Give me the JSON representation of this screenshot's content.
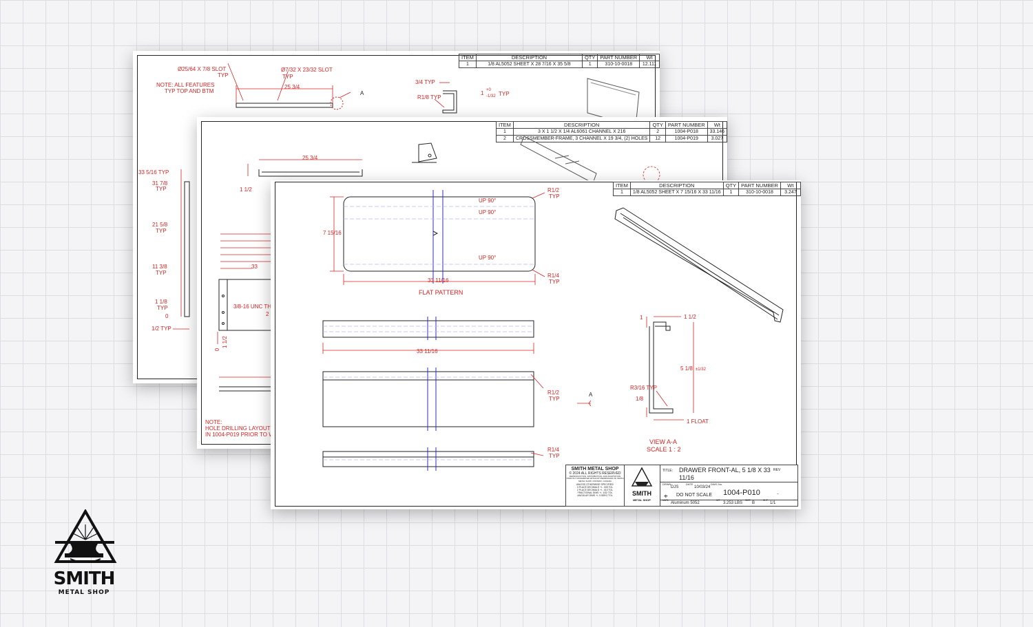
{
  "sheet1": {
    "bom": {
      "headers": [
        "ITEM",
        "DESCRIPTION",
        "QTY",
        "PART NUMBER",
        "Wt"
      ],
      "rows": [
        [
          "1",
          "1/8 AL5052 SHEET X 28 7/16 X 35 5/8",
          "1",
          "310-10-0018",
          "12.111"
        ]
      ]
    },
    "labels": {
      "slot1": "Ø25/64 X 7/8 SLOT",
      "slot1_typ": "TYP",
      "slot2": "Ø7/32 X 23/32 SLOT",
      "slot2_typ": "TYP",
      "note1": "NOTE: ALL FEATURES",
      "note2": "TYP TOP AND BTM",
      "dim_25_34": "25 3/4",
      "callout_a": "A",
      "d34typ": "3/4 TYP",
      "r18typ": "R1/8 TYP",
      "tol": "1",
      "tol_plus": "+0",
      "tol_minus": "-1/32",
      "tol_typ": "TYP",
      "d33": "33 5/16 TYP",
      "d31": "31 7/8",
      "d31t": "TYP",
      "d21": "21 5/8",
      "d21t": "TYP",
      "d11": "11 3/8",
      "d11t": "TYP",
      "d1": "1 1/8",
      "d1t": "TYP",
      "d0": "0",
      "d12": "1/2 TYP"
    }
  },
  "sheet2": {
    "bom": {
      "headers": [
        "ITEM",
        "DESCRIPTION",
        "QTY",
        "PART NUMBER",
        "Wt"
      ],
      "rows": [
        [
          "1",
          "3 X 1 1/2 X 1/4 AL6061 CHANNEL X 216",
          "2",
          "1004-P018",
          "33.146"
        ],
        [
          "2",
          "CROSSMEMBER-FRAME, 3 CHANNEL X 19 3/4, (2) HOLES",
          "12",
          "1004-P019",
          "3.027"
        ]
      ]
    },
    "labels": {
      "d25": "25 3/4",
      "d112": "1 1/2",
      "d33": "33",
      "thread1": "3/8-16 UNC TH",
      "thread2": "2",
      "d0": "0",
      "d112b": "1 1/2",
      "note1": "NOTE:",
      "note2": "HOLE DRILLING LAYOUT S",
      "note3": "IN 1004-P019 PRIOR TO W"
    }
  },
  "sheet3": {
    "bom": {
      "headers": [
        "ITEM",
        "DESCRIPTION",
        "QTY",
        "PART NUMBER",
        "Wt"
      ],
      "rows": [
        [
          "1",
          "1/8 AL5052 SHEET X 7 15/16 X 33 11/16",
          "1",
          "310-10-0018",
          "3.247"
        ]
      ]
    },
    "labels": {
      "r12typ_a": "R1/2",
      "r12typ_a2": "TYP",
      "up1": "UP 90°",
      "up2": "UP 90°",
      "up3": "UP 90°",
      "d715": "7 15/16",
      "r14typ_a": "R1/4",
      "r14typ_a2": "TYP",
      "d3311a": "33 11/16",
      "flat": "FLAT PATTERN",
      "d3311b": "33 11/16",
      "r12typ_b": "R1/2",
      "r12typ_b2": "TYP",
      "arrow_a": "A",
      "r14typ_b": "R1/4",
      "r14typ_b2": "TYP",
      "v1": "1",
      "v112": "1 1/2",
      "v518": "5 1/8",
      "v518tol": "±1/32",
      "vr316": "R3/16 TYP",
      "v18": "1/8",
      "vfloat": "1 FLOAT",
      "view": "VIEW A-A",
      "scale": "SCALE 1 : 2"
    },
    "title_block": {
      "company": "SMITH METAL SHOP",
      "copyright": "© 2024 ALL RIGHTS RESERVED",
      "legal": "REPRODUCTION, DISTRIBUTION, AND ADAPTATION STRICTLY PROHIBITED WITHOUT PERMISSION OF SMITH METAL SHOP, ONTARIO, CANADA",
      "tol1": "UNLESS OTHERWISE SPECIFIED:",
      "tol2": "3 PLACE DECIMALS +/- .005 TOL",
      "tol3": "2 PLACE DECIMALS +/- .010 TOL",
      "tol4": "FRACTIONAL DIMS +/- 1/32 TOL",
      "tol5": "ANGULAR DIMS +/- 0.5DEG TOL",
      "logo_word": "SMITH",
      "logo_sub": "METAL SHOP",
      "title_label": "TITLE:",
      "title": "DRAWER FRONT-AL, 5 1/8 X 33",
      "title2": "11/16",
      "drwn_label": "DRWN",
      "drwn": "DJS",
      "date_label": "DATE",
      "date": "10/03/24",
      "dwg_label": "DWG No.",
      "dwg": "1004-P010",
      "rev_label": "REV",
      "rev": "-",
      "no_scale": "DO NOT SCALE",
      "matl_label": "MATL",
      "matl": "Aluminum 5052",
      "wt_label": "WT",
      "wt": "3.253 LBS",
      "size_label": "SIZE",
      "size": "B",
      "sht_label": "SHT",
      "sht": "1/1"
    }
  },
  "brand": {
    "word": "SMITH",
    "sub": "METAL SHOP"
  },
  "colors": {
    "dimension": "#d22222",
    "bendline": "#2a2ad0",
    "outline": "#222222"
  }
}
